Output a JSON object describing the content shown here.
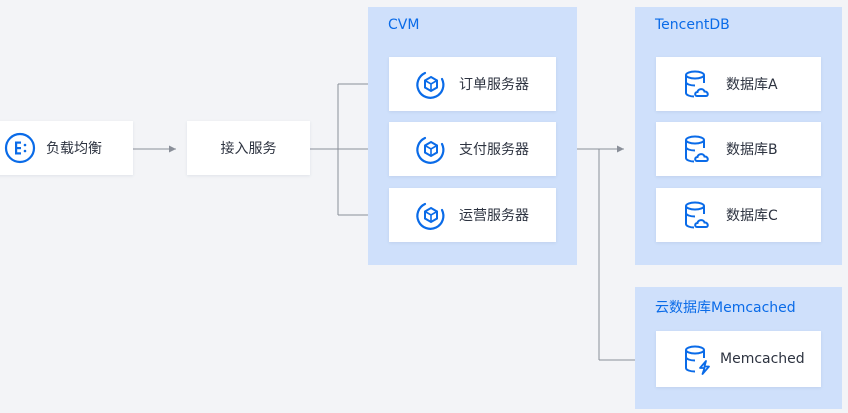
{
  "nodes": {
    "load_balancer": "负载均衡",
    "access_service": "接入服务"
  },
  "groups": {
    "cvm": {
      "title": "CVM",
      "servers": [
        "订单服务器",
        "支付服务器",
        "运营服务器"
      ]
    },
    "tencentdb": {
      "title": "TencentDB",
      "databases": [
        "数据库A",
        "数据库B",
        "数据库C"
      ]
    },
    "memcached_group": {
      "title": "云数据库Memcached",
      "item": "Memcached"
    }
  },
  "colors": {
    "background": "#f3f4f7",
    "group_fill": "#cfe0fb",
    "accent": "#0a6be8",
    "connector": "#8a8f99"
  }
}
